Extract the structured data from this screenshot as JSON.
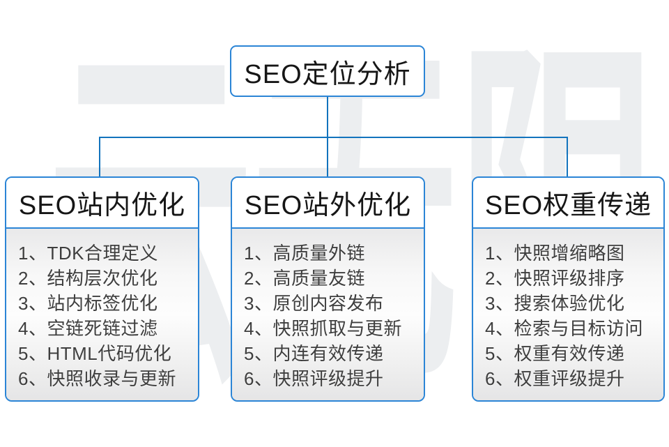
{
  "watermark": "云无限",
  "colors": {
    "connector": "#1273bd",
    "box_border": "#2b85d6"
  },
  "root": {
    "title": "SEO定位分析"
  },
  "columns": [
    {
      "title": "SEO站内优化",
      "items": [
        "1、TDK合理定义",
        "2、结构层次优化",
        "3、站内标签优化",
        "4、空链死链过滤",
        "5、HTML代码优化",
        "6、快照收录与更新"
      ]
    },
    {
      "title": "SEO站外优化",
      "items": [
        "1、高质量外链",
        "2、高质量友链",
        "3、原创内容发布",
        "4、快照抓取与更新",
        "5、内连有效传递",
        "6、快照评级提升"
      ]
    },
    {
      "title": "SEO权重传递",
      "items": [
        "1、快照增缩略图",
        "2、快照评级排序",
        "3、搜索体验优化",
        "4、检索与目标访问",
        "5、权重有效传递",
        "6、权重评级提升"
      ]
    }
  ]
}
